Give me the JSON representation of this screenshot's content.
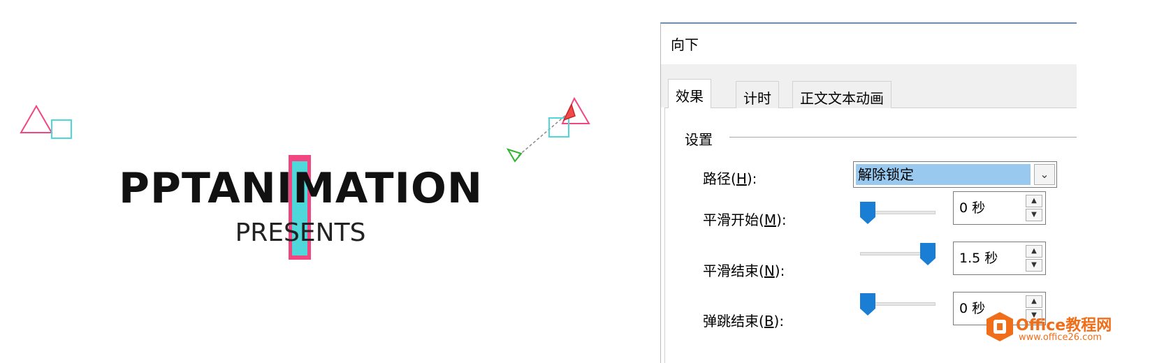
{
  "slide": {
    "title": "PPTANIMATION",
    "subtitle": "PRESENTS"
  },
  "dialog": {
    "title": "向下",
    "tabs": [
      {
        "label": "效果",
        "active": true
      },
      {
        "label": "计时",
        "active": false
      },
      {
        "label": "正文文本动画",
        "active": false
      }
    ],
    "group_label": "设置",
    "path": {
      "label_prefix": "路径(",
      "hotkey": "H",
      "label_suffix": "):",
      "value": "解除锁定"
    },
    "smooth_start": {
      "label_prefix": "平滑开始(",
      "hotkey": "M",
      "label_suffix": "):",
      "value": "0 秒",
      "slider_fraction": 0.0
    },
    "smooth_end": {
      "label_prefix": "平滑结束(",
      "hotkey": "N",
      "label_suffix": "):",
      "value": "1.5 秒",
      "slider_fraction": 1.0
    },
    "bounce_end": {
      "label_prefix": "弹跳结束(",
      "hotkey": "B",
      "label_suffix": "):",
      "value": "0 秒",
      "slider_fraction": 0.0
    }
  },
  "watermark": {
    "name": "Office教程网",
    "url": "www.office26.com"
  },
  "colors": {
    "pink": "#f24682",
    "cyan": "#4fd8da",
    "selection": "#99c9ef",
    "thumb": "#1a7fd4",
    "brand_orange": "#f06d19"
  }
}
